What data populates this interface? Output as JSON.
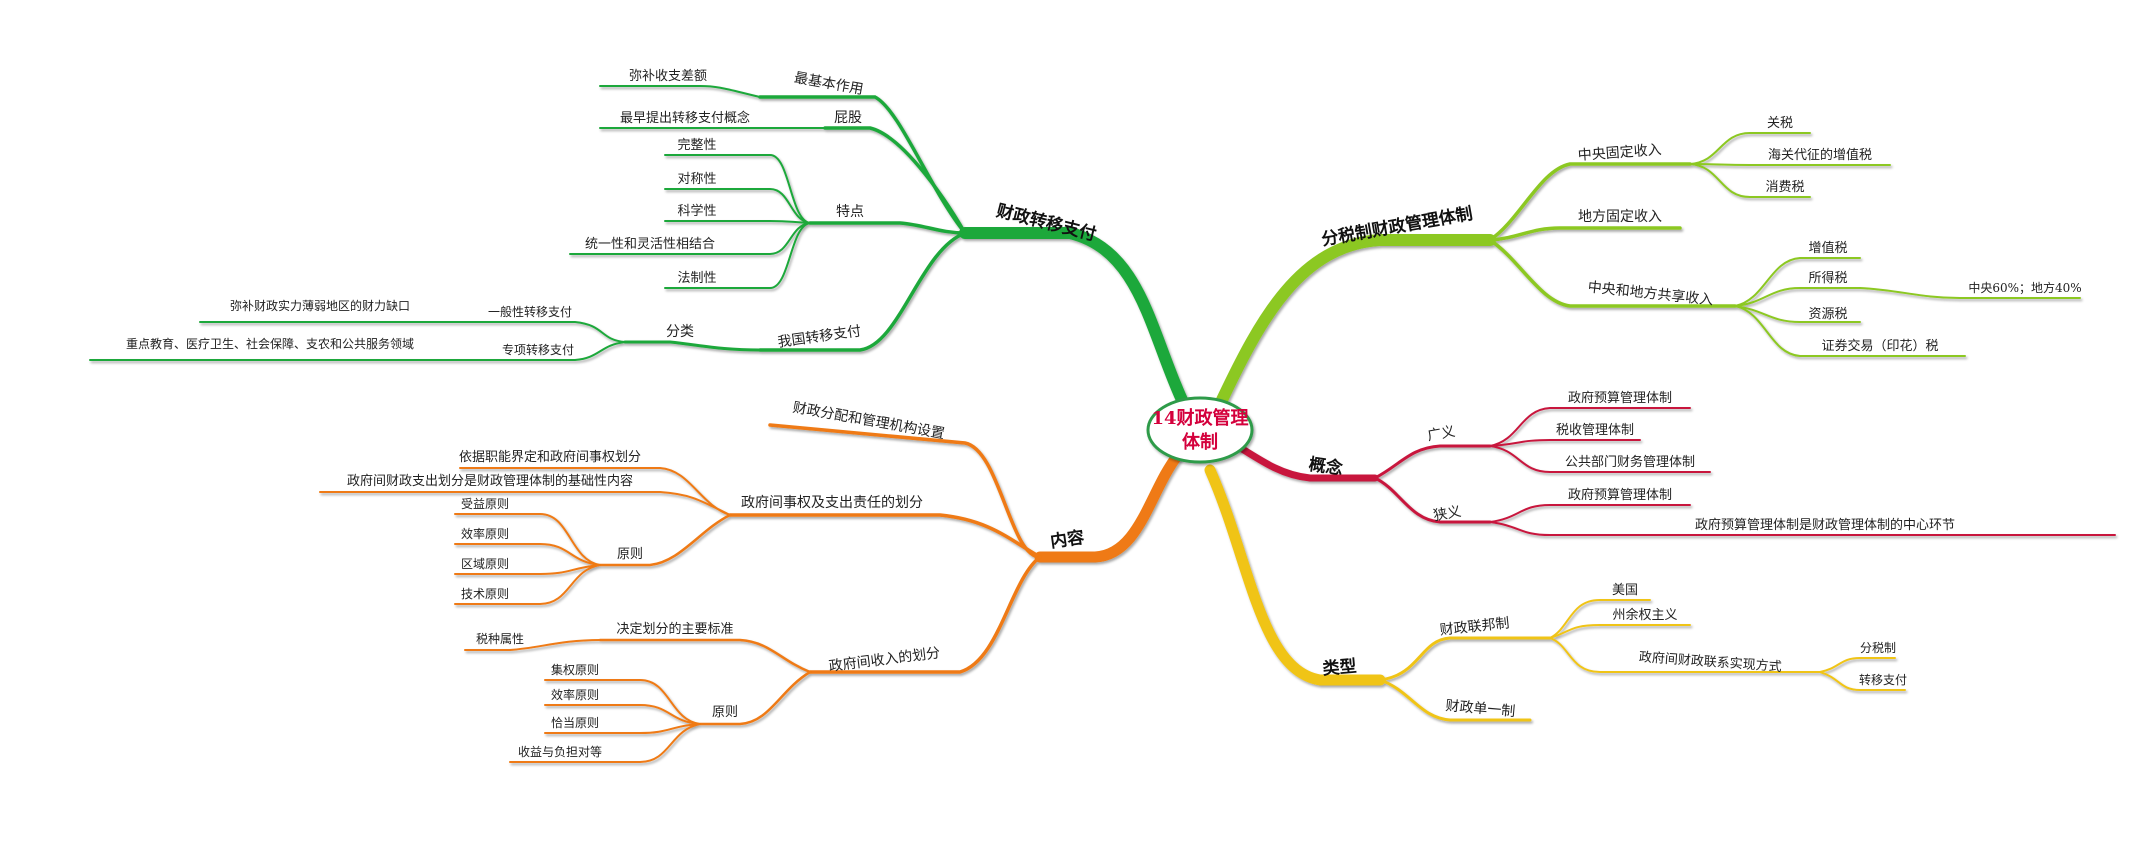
{
  "center": {
    "line1": "14财政管理",
    "line2": "体制"
  },
  "colors": {
    "green": "#1fa83a",
    "lime": "#8cc820",
    "crimson": "#c8173e",
    "orange": "#ef7a12",
    "yellow": "#f0c419"
  },
  "branches": {
    "transfer": {
      "label": "财政转移支付",
      "most_basic": {
        "label": "最基本作用",
        "child": "弥补收支差额"
      },
      "buttocks": {
        "label": "屁股",
        "child": "最早提出转移支付概念"
      },
      "features": {
        "label": "特点",
        "items": [
          "完整性",
          "对称性",
          "科学性",
          "统一性和灵活性相结合",
          "法制性"
        ]
      },
      "china": {
        "label": "我国转移支付",
        "classify": {
          "label": "分类",
          "general": {
            "label": "一般性转移支付",
            "child": "弥补财政实力薄弱地区的财力缺口"
          },
          "special": {
            "label": "专项转移支付",
            "child": "重点教育、医疗卫生、社会保障、支农和公共服务领域"
          }
        }
      }
    },
    "content": {
      "label": "内容",
      "agency": {
        "label": "财政分配和管理机构设置"
      },
      "spending": {
        "label": "政府间事权及支出责任的划分",
        "items": [
          "依据职能界定和政府间事权划分",
          "政府间财政支出划分是财政管理体制的基础性内容"
        ],
        "principles": {
          "label": "原则",
          "items": [
            "受益原则",
            "效率原则",
            "区域原则",
            "技术原则"
          ]
        }
      },
      "revenue": {
        "label": "政府间收入的划分",
        "standard": {
          "label": "决定划分的主要标准",
          "child": "税种属性"
        },
        "principles": {
          "label": "原则",
          "items": [
            "集权原则",
            "效率原则",
            "恰当原则",
            "收益与负担对等"
          ]
        }
      }
    },
    "tax_system": {
      "label": "分税制财政管理体制",
      "central": {
        "label": "中央固定收入",
        "items": [
          "关税",
          "海关代征的增值税",
          "消费税"
        ]
      },
      "local": {
        "label": "地方固定收入"
      },
      "shared": {
        "label": "中央和地方共享收入",
        "items": [
          "增值税",
          "所得税",
          "资源税",
          "证券交易（印花）税"
        ],
        "income_note": "中央60%；地方40%"
      }
    },
    "concept": {
      "label": "概念",
      "broad": {
        "label": "广义",
        "items": [
          "政府预算管理体制",
          "税收管理体制",
          "公共部门财务管理体制"
        ]
      },
      "narrow": {
        "label": "狭义",
        "items": [
          "政府预算管理体制",
          "政府预算管理体制是财政管理体制的中心环节"
        ]
      }
    },
    "types": {
      "label": "类型",
      "federal": {
        "label": "财政联邦制",
        "items": [
          "美国",
          "州余权主义"
        ],
        "way": {
          "label": "政府间财政联系实现方式",
          "items": [
            "分税制",
            "转移支付"
          ]
        }
      },
      "unitary": {
        "label": "财政单一制"
      }
    }
  }
}
